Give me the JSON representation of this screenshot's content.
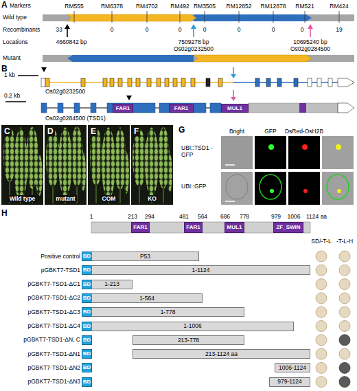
{
  "diagram": {
    "nodes": [
      {
        "text": [
          "FAR1"
        ]
      },
      {
        "text": [
          "FAR1"
        ]
      },
      {
        "text": [
          "MUL1"
        ]
      },
      {
        "text": [
          "FAR1"
        ]
      },
      {
        "text": [
          "FAR1"
        ]
      },
      {
        "text": [
          "MUL1"
        ]
      },
      {
        "text": [
          "ZF_SWIN"
        ]
      },
      {
        "text": [
          "BD"
        ]
      },
      {
        "text": [
          "P53"
        ]
      },
      {
        "text": [
          "BD"
        ]
      },
      {
        "text": [
          "1-1124"
        ]
      },
      {
        "text": [
          "BD"
        ]
      },
      {
        "text": [
          "1-213"
        ]
      },
      {
        "text": [
          "BD"
        ]
      },
      {
        "text": [
          "1-564"
        ]
      },
      {
        "text": [
          "BD"
        ]
      },
      {
        "text": [
          "1-778"
        ]
      },
      {
        "text": [
          "BD"
        ]
      },
      {
        "text": [
          "1-1006"
        ]
      },
      {
        "text": [
          "BD"
        ]
      },
      {
        "text": [
          "213-778"
        ]
      },
      {
        "text": [
          "BD"
        ]
      },
      {
        "text": [
          "213-1124 aa"
        ]
      },
      {
        "text": [
          "BD"
        ]
      },
      {
        "text": [
          "1006-1124"
        ]
      },
      {
        "text": [
          "BD"
        ]
      },
      {
        "text": [
          "979-1124"
        ]
      }
    ],
    "labels": [
      "A",
      "Markers",
      "RM555",
      "RM6378",
      "RM4702",
      "RM492",
      "RM3505",
      "RM12852",
      "RM12878",
      "RM521",
      "RM424",
      "Wild type",
      "Recombinants",
      "33",
      "0",
      "0",
      "0",
      "0",
      "0",
      "0",
      "0",
      "19",
      "Locations",
      "4660842 bp",
      "7509278 bp",
      "10695240 bp",
      "Os02g0232500",
      "Os02g0284500",
      "Mutant",
      "B",
      "1 kb",
      "Os02g0232500",
      "0.2 kb",
      "Os02g0284500 (TSD1)",
      "C",
      "D",
      "E",
      "F",
      "Wild type",
      "mutant",
      "COM",
      "KO",
      "G",
      "Bright",
      "GFP",
      "DsRed-OsH2B",
      "UBI::TSD1 -GFP",
      "UBI::GFP",
      "H",
      "1",
      "213",
      "294",
      "481",
      "564",
      "686",
      "778",
      "979",
      "1006",
      "1124 aa",
      "SD/-T-L",
      "-T-L-H",
      "Positive control",
      "pGBKT7-TSD1",
      "pGBKT7-TSD1-ΔC1",
      "pGBKT7-TSD1-ΔC2",
      "pGBKT7-TSD1-ΔC3",
      "pGBKT7-TSD1-ΔC4",
      "pGBKT7-TSD1-ΔN, C",
      "pGBKT7-TSD1-ΔN1",
      "pGBKT7-TSD1-ΔN2",
      "pGBKT7-TSD1-ΔN3"
    ]
  }
}
